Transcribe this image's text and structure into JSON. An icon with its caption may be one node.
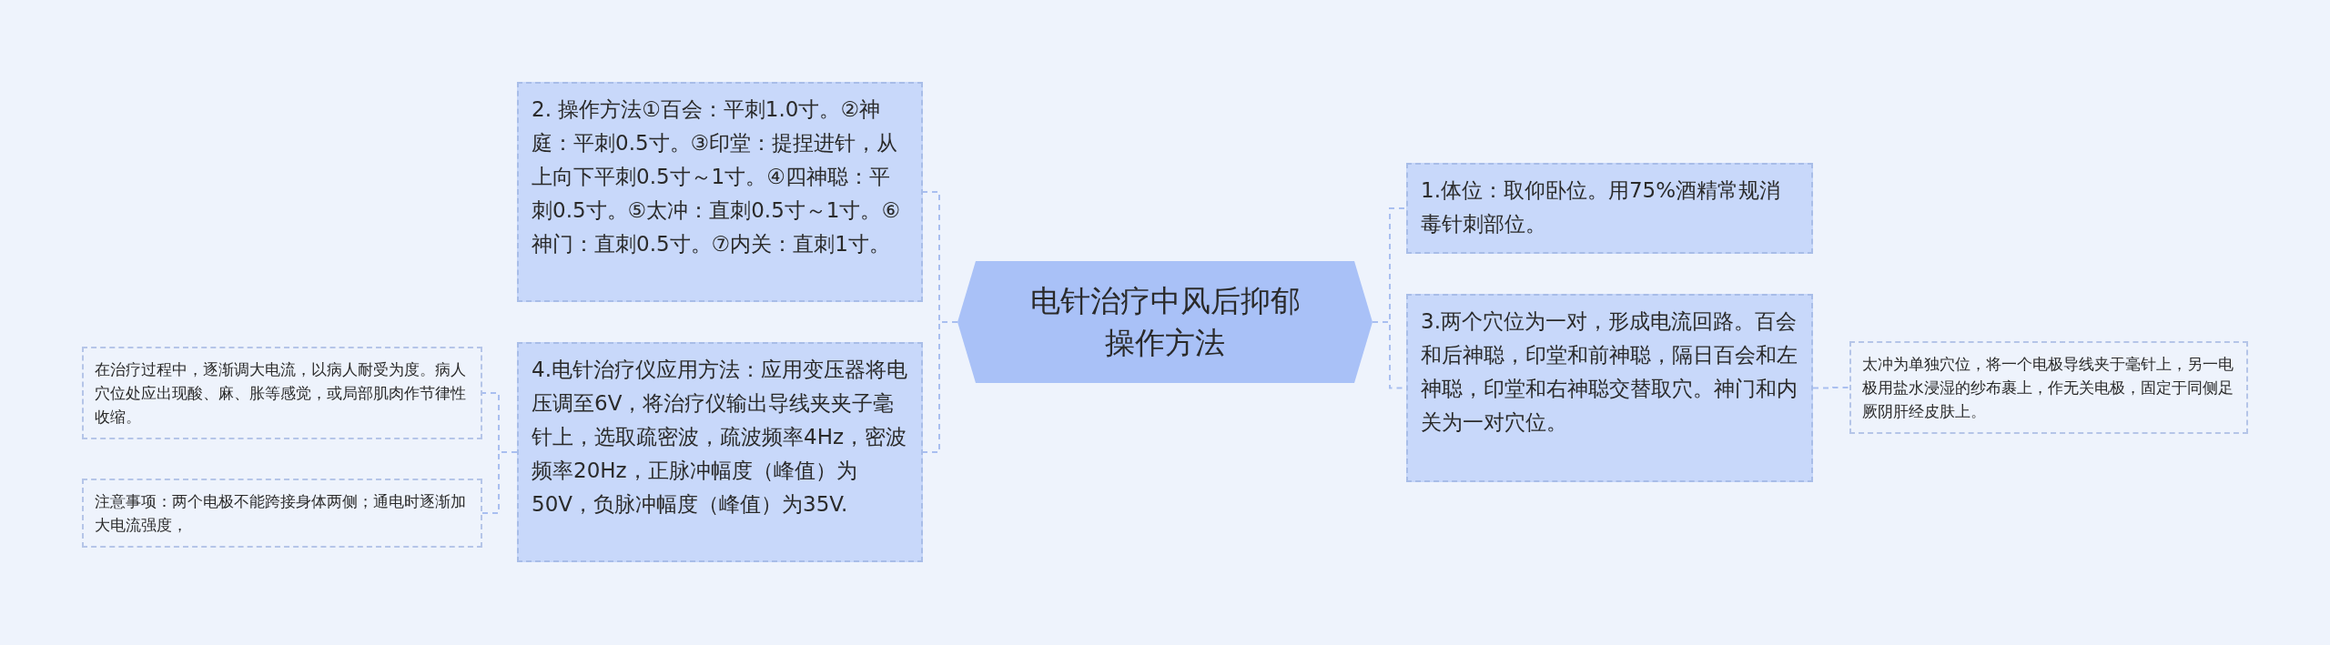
{
  "diagram": {
    "nodes": [
      {
        "text": [
          "电针治疗中风后抑郁操作方法"
        ]
      },
      {
        "text": [
          "2. 操作方法①百会：平刺1.0寸。②神庭：平刺0.5寸。③印堂：提捏进针，从上向下平刺0.5寸～1寸。④四神聪：平刺0.5寸。⑤太冲：直刺0.5寸～1寸。⑥神门：直刺0.5寸。⑦内关：直刺1寸。"
        ]
      },
      {
        "text": [
          "4.电针治疗仪应用方法：应用变压器将电压调至6V，将治疗仪输出导线夹夹子毫针上，选取疏密波，疏波频率4Hz，密波频率20Hz，正脉冲幅度（峰值）为50V，负脉冲幅度（峰值）为35V."
        ]
      },
      {
        "text": [
          "在治疗过程中，逐渐调大电流，以病人耐受为度。病人穴位处应出现酸、麻、胀等感觉，或局部肌肉作节律性收缩。"
        ]
      },
      {
        "text": [
          "注意事项：两个电极不能跨接身体两侧；通电时逐渐加大电流强度，"
        ]
      },
      {
        "text": [
          "1.体位：取仰卧位。用75%酒精常规消毒针刺部位。"
        ]
      },
      {
        "text": [
          "3.两个穴位为一对，形成电流回路。百会和后神聪，印堂和前神聪，隔日百会和左神聪，印堂和右神聪交替取穴。神门和内关为一对穴位。"
        ]
      },
      {
        "text": [
          "太冲为单独穴位，将一个电极导线夹于毫针上，另一电极用盐水浸湿的纱布裹上，作无关电极，固定于同侧足厥阴肝经皮肤上。"
        ]
      }
    ],
    "edges": [
      {
        "from": 0,
        "to": 1,
        "arrow": "none"
      },
      {
        "from": 0,
        "to": 2,
        "arrow": "none"
      },
      {
        "from": 2,
        "to": 3,
        "arrow": "none"
      },
      {
        "from": 2,
        "to": 4,
        "arrow": "none"
      },
      {
        "from": 0,
        "to": 5,
        "arrow": "none"
      },
      {
        "from": 0,
        "to": 6,
        "arrow": "none"
      },
      {
        "from": 6,
        "to": 7,
        "arrow": "none"
      }
    ]
  }
}
